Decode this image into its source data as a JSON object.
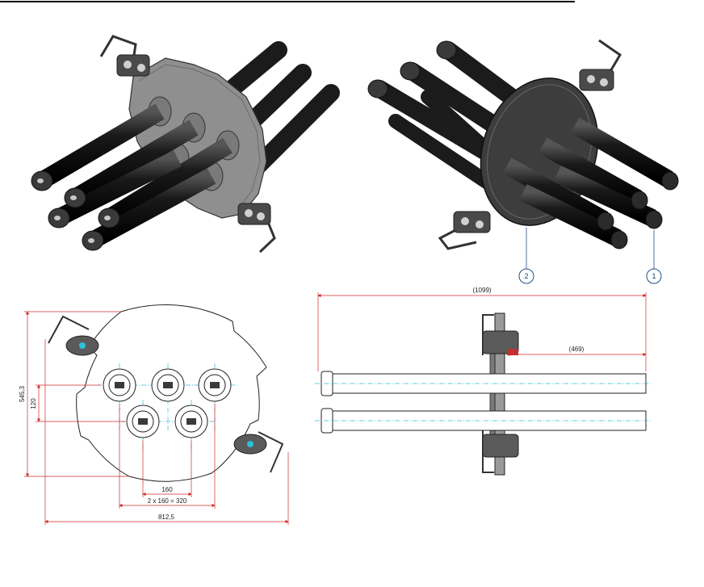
{
  "colors": {
    "dimension": "#d22a2a",
    "centerline": "#2fbfd8",
    "plate": "#8f8f8f",
    "plate_dark": "#4a4a4a",
    "tube": "#1c1c1c",
    "balloon": "#1f4f86"
  },
  "views": {
    "plan": {
      "dims": {
        "height_total": "545,3",
        "row_spacing": "120",
        "pitch": "160",
        "span": "2 x 160 = 320",
        "width_total": "812,5"
      }
    },
    "side": {
      "dims": {
        "overall_length": "(1099)",
        "tube_length": "(469)"
      }
    },
    "iso_back": {
      "balloons": [
        "2",
        "1"
      ]
    }
  }
}
